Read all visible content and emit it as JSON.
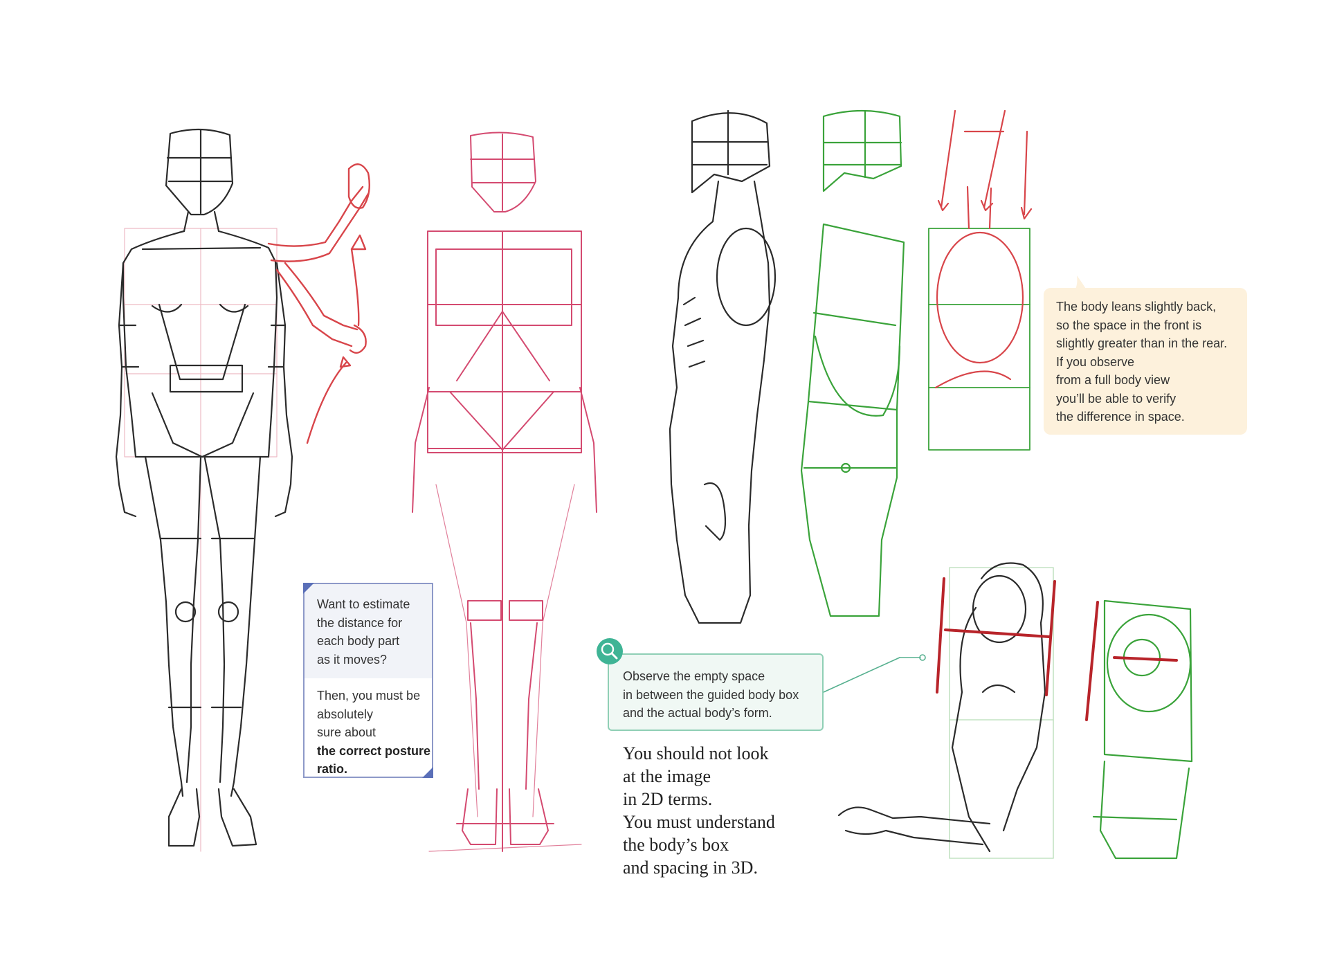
{
  "colors": {
    "ink": "#2b2b2b",
    "red_sketch": "#d8454a",
    "pink_sketch": "#d44a70",
    "green_sketch": "#3aa33a",
    "note_blue_border": "#8d99c8",
    "note_green_fill": "#f0f8f4",
    "note_orange_fill": "#fdf1dc"
  },
  "note_estimate": {
    "question_lines": [
      "Want to estimate",
      "the distance for",
      "each body part",
      "as it moves?"
    ],
    "answer_lines": [
      "Then, you must be",
      "absolutely",
      "sure about"
    ],
    "emphasis_lines": [
      "the correct posture",
      "ratio."
    ]
  },
  "note_observe": {
    "icon": "magnifier-icon",
    "lines": [
      "Observe the empty space",
      "in between the guided body box",
      "and the actual body’s form."
    ]
  },
  "note_lean": {
    "lines": [
      "The body leans slightly back,",
      "so the space in the front is",
      "slightly greater than in the rear.",
      "If you observe",
      "from a full body view",
      "you’ll be able to verify",
      "the difference in space."
    ]
  },
  "statement": {
    "lines": [
      "You should not look",
      "at the image",
      "in 2D terms.",
      "You must understand",
      "the body’s box",
      "and spacing in 3D."
    ]
  }
}
